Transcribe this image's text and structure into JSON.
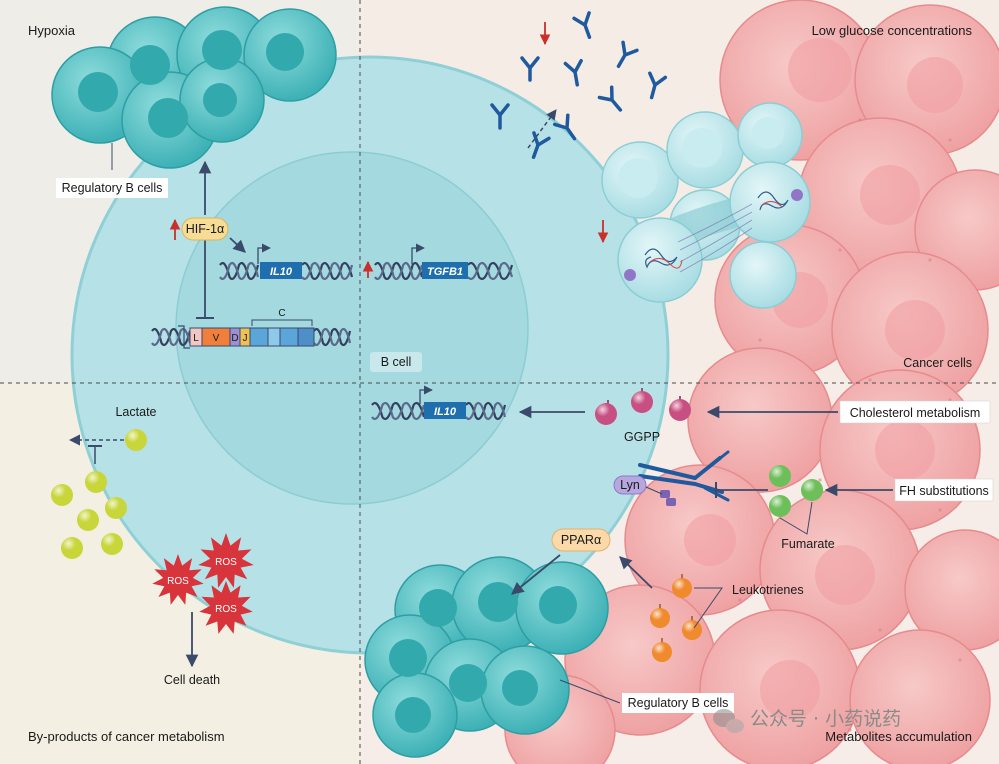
{
  "quadrants": {
    "top_left": "Hypoxia",
    "top_right": "Low glucose concentrations",
    "bottom_left": "By-products of cancer metabolism",
    "bottom_right": "Metabolites accumulation"
  },
  "labels": {
    "regulatory_b_cells_top": "Regulatory B cells",
    "regulatory_b_cells_bottom": "Regulatory B cells",
    "hif1a": "HIF-1α",
    "il10_top": "IL10",
    "tgfb1": "TGFB1",
    "il10_bottom": "IL10",
    "b_cell": "B cell",
    "cancer_cells": "Cancer cells",
    "cholesterol_metabolism": "Cholesterol metabolism",
    "ggpp": "GGPP",
    "fh_substitutions": "FH substitutions",
    "fumarate": "Fumarate",
    "lyn": "Lyn",
    "ppara": "PPARα",
    "leukotrienes": "Leukotrienes",
    "lactate": "Lactate",
    "ros": "ROS",
    "cell_death": "Cell death"
  },
  "bcr_segments": {
    "l": "L",
    "v": "V",
    "d": "D",
    "j": "J",
    "c": "C"
  },
  "watermark": "公众号 · 小药说药",
  "colors": {
    "bcell": "#b3e1e6",
    "nucleus": "#9dd6dc",
    "cancer": "#f3b5b5",
    "regulatory": "#53c3c7",
    "arrow": "#3a4a6b",
    "gene_box": "#1f6fae",
    "lactate": "#c8d63a",
    "ggpp": "#c84f82",
    "fumarate": "#6dbf5a",
    "leukotriene": "#ef8a2d",
    "ros": "#d8343b",
    "up_arrow": "#c9302c"
  }
}
